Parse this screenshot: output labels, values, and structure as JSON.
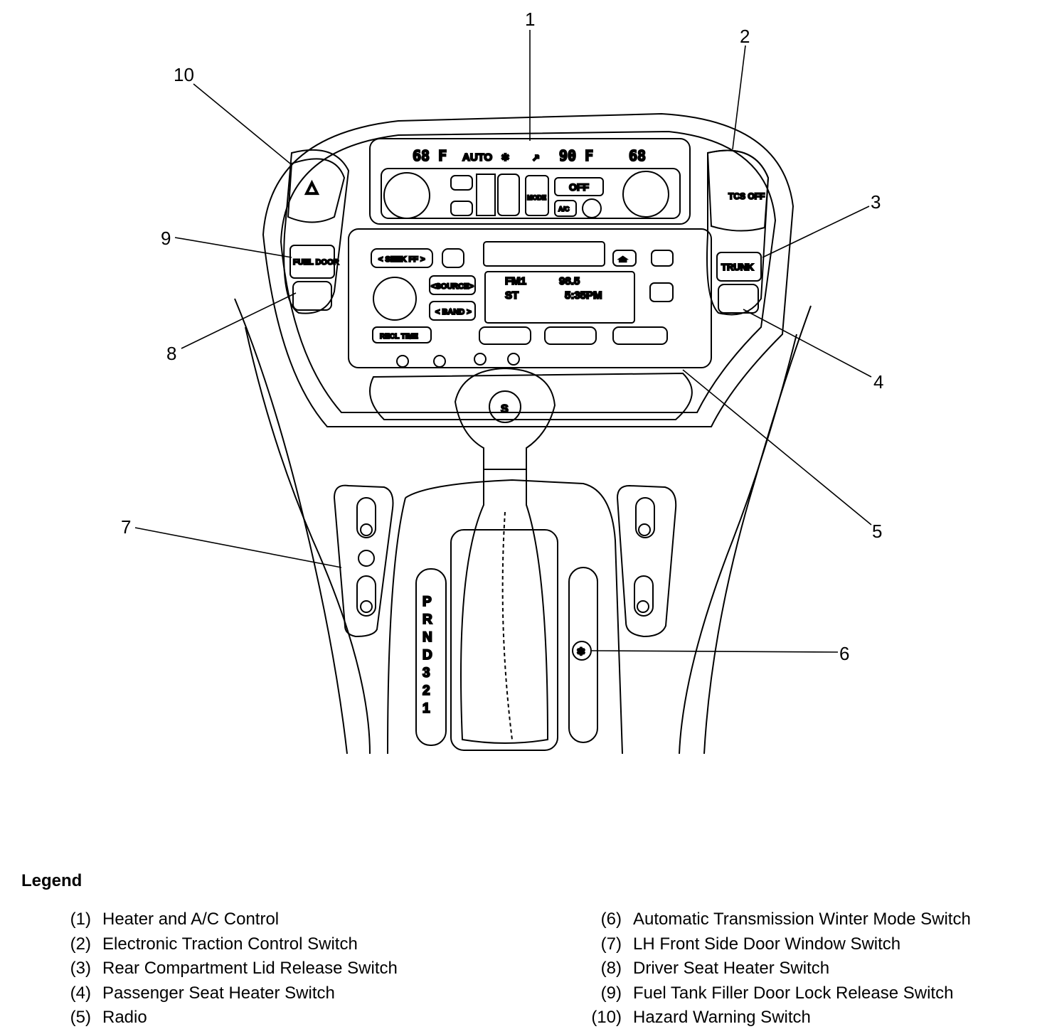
{
  "callouts": [
    "1",
    "2",
    "3",
    "4",
    "5",
    "6",
    "7",
    "8",
    "9",
    "10"
  ],
  "climate": {
    "left_temp": "68 F",
    "auto": "AUTO",
    "right_temp": "90 F",
    "outside_temp": "68",
    "mode": "MODE",
    "off": "OFF",
    "ac": "A/C"
  },
  "radio": {
    "seek": "< SEEK FF >",
    "source": "<SOURCE>",
    "band": "< BAND >",
    "recall_time": "RECL TIME",
    "display_band": "FM1",
    "display_freq": "98.5",
    "display_st": "ST",
    "display_time": "5:35PM"
  },
  "console": {
    "tcs": "TCS OFF",
    "trunk": "TRUNK",
    "fuel_door": "FUEL DOOR",
    "shifter_button": "S",
    "prndl": [
      "P",
      "R",
      "N",
      "D",
      "3",
      "2",
      "1"
    ]
  },
  "legend": {
    "title": "Legend",
    "left": [
      {
        "num": "(1)",
        "text": "Heater and A/C Control"
      },
      {
        "num": "(2)",
        "text": "Electronic Traction Control Switch"
      },
      {
        "num": "(3)",
        "text": "Rear Compartment Lid Release Switch"
      },
      {
        "num": "(4)",
        "text": "Passenger Seat Heater Switch"
      },
      {
        "num": "(5)",
        "text": "Radio"
      }
    ],
    "right": [
      {
        "num": "(6)",
        "text": "Automatic Transmission Winter Mode Switch"
      },
      {
        "num": "(7)",
        "text": "LH Front Side Door Window Switch"
      },
      {
        "num": "(8)",
        "text": "Driver Seat Heater Switch"
      },
      {
        "num": "(9)",
        "text": "Fuel Tank Filler Door Lock Release Switch"
      },
      {
        "num": "(10)",
        "text": "Hazard Warning Switch"
      }
    ]
  }
}
